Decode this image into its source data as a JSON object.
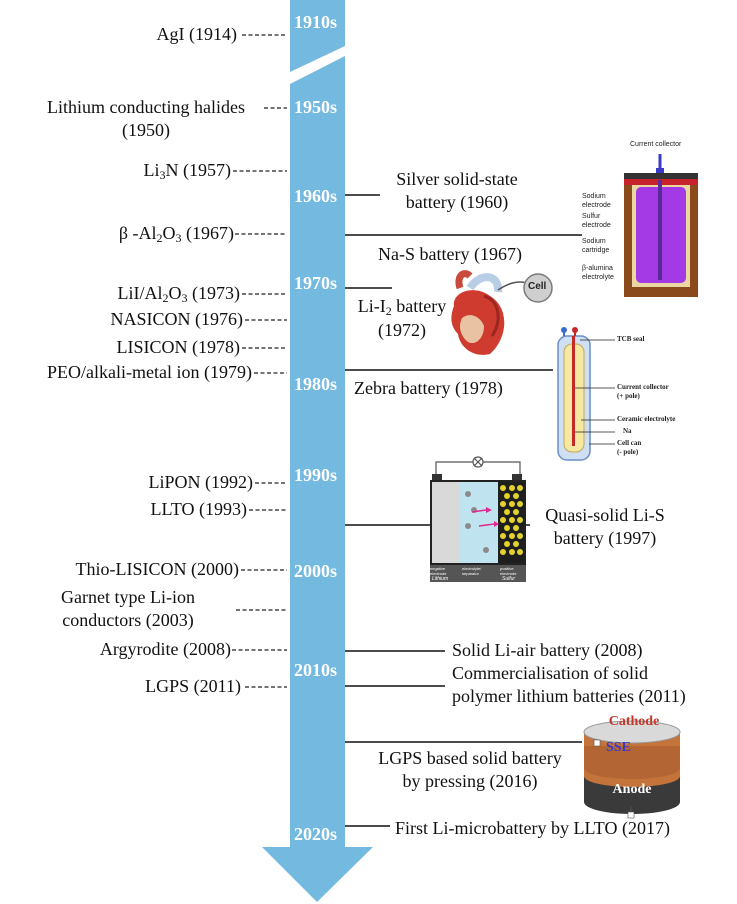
{
  "decades": [
    "1910s",
    "1950s",
    "1960s",
    "1970s",
    "1980s",
    "1990s",
    "2000s",
    "2010s",
    "2020s"
  ],
  "materials": {
    "agi": "AgI (1914)",
    "halides_1": "Lithium conducting halides",
    "halides_2": "(1950)",
    "li3n_a": "Li",
    "li3n_sub": "3",
    "li3n_b": "N (1957)",
    "bal_a": "β -Al",
    "bal_sub1": "2",
    "bal_b": "O",
    "bal_sub2": "3",
    "bal_c": " (1967)",
    "lii_a": "LiI/Al",
    "lii_sub1": "2",
    "lii_b": "O",
    "lii_sub2": "3",
    "lii_c": " (1973)",
    "nasicon": "NASICON (1976)",
    "lisicon": "LISICON (1978)",
    "peo": "PEO/alkali-metal ion  (1979)",
    "lipon": "LiPON (1992)",
    "llto": "LLTO (1993)",
    "thio": "Thio-LISICON (2000)",
    "garnet_1": "Garnet type Li-ion",
    "garnet_2": "conductors (2003)",
    "argyrodite": "Argyrodite (2008)",
    "lgps": "LGPS (2011)"
  },
  "batteries": {
    "silver_1": "Silver solid-state",
    "silver_2": "battery (1960)",
    "nas": "Na-S battery (1967)",
    "lii2_a": "Li-I",
    "lii2_sub": "2",
    "lii2_b": " battery",
    "lii2_2": "(1972)",
    "zebra": "Zebra battery (1978)",
    "quasi_1": "Quasi-solid Li-S",
    "quasi_2": "battery (1997)",
    "liair": "Solid Li-air battery (2008)",
    "comm_1": "Commercialisation of solid",
    "comm_2": "polymer lithium batteries (2011)",
    "lgpsb_1": "LGPS based solid battery",
    "lgpsb_2": "by pressing (2016)",
    "micro": "First Li-microbattery by LLTO (2017)"
  },
  "nas_diagram": {
    "labels": [
      "Current collector",
      "Sodium electrode",
      "Sulfur electrode",
      "Sodium cartridge",
      "β-alumina electrolyte"
    ]
  },
  "heart_diagram": {
    "cell_label": "Cell"
  },
  "zebra_diagram": {
    "labels": [
      "TCB seal",
      "Current collector",
      "(+ pole)",
      "Ceramic electrolyte",
      "Na",
      "Cell can",
      "(- pole)"
    ]
  },
  "lis_diagram": {
    "labels": [
      "negative electrode",
      "electrolyte/ separator",
      "positive electrode",
      "Lithium",
      "Sulfur"
    ]
  },
  "lgps_diagram": {
    "cathode": "Cathode",
    "sse": "SSE",
    "anode": "Anode"
  },
  "colors": {
    "timeline": "#74b9df",
    "nas_purple": "#a33ae6",
    "cathode_red": "#c0392b",
    "sse_blue": "#3a3ac9"
  }
}
